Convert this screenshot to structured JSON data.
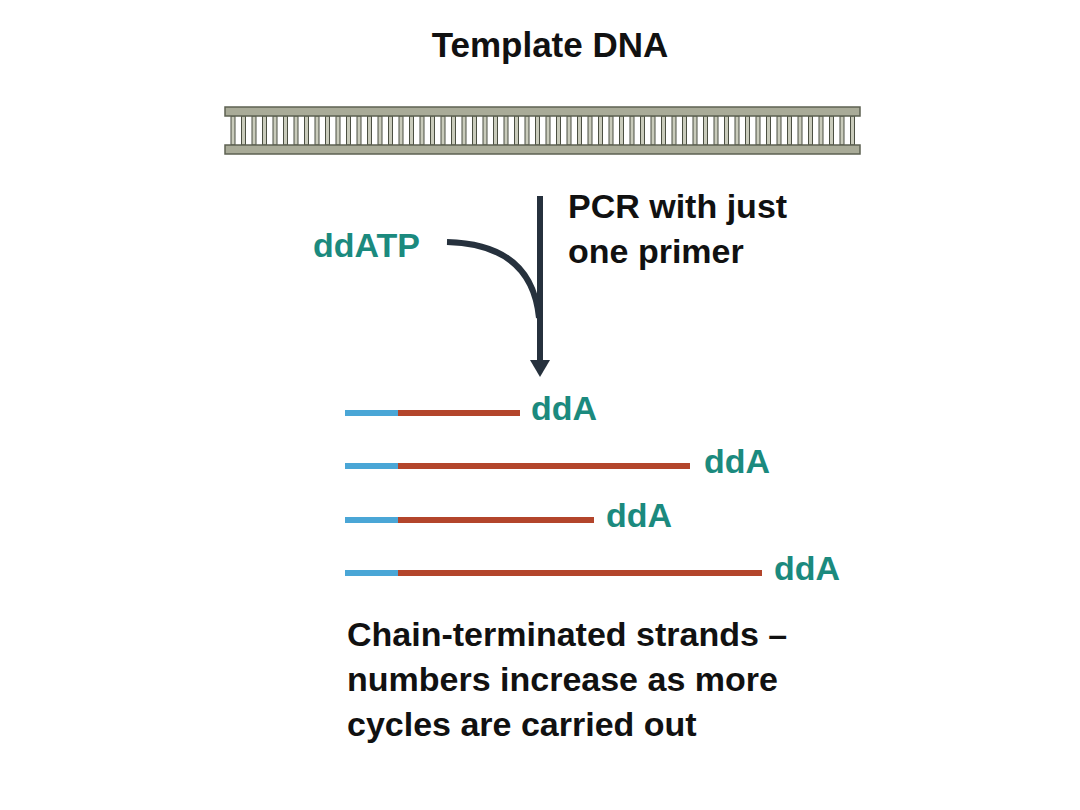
{
  "diagram": {
    "title": "Template DNA",
    "caption": "Chain-terminated strands – numbers increase as more cycles are carried out",
    "labels": [
      "PCR with just one primer",
      "ddATP",
      "ddA",
      "ddA",
      "ddA",
      "ddA"
    ]
  }
}
